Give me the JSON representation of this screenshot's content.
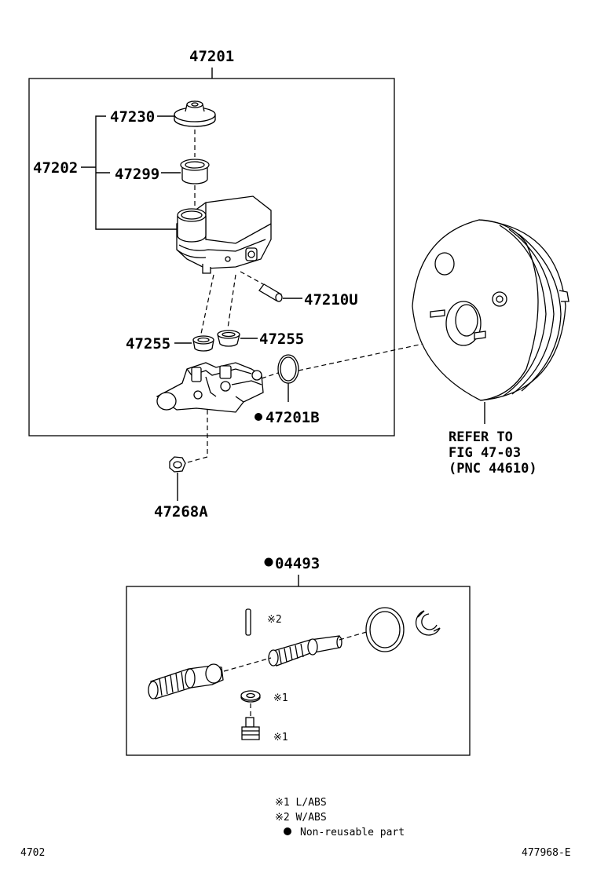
{
  "labels": {
    "p47201": "47201",
    "p47230": "47230",
    "p47202": "47202",
    "p47299": "47299",
    "p47210U": "47210U",
    "p47255a": "47255",
    "p47255b": "47255",
    "p47201B": "47201B",
    "p47268A": "47268A",
    "p04493": "04493",
    "refer1": "REFER TO",
    "refer2": "FIG 47-03",
    "refer3": "(PNC 44610)",
    "note_x2": "※2",
    "note_x1a": "※1",
    "note_x1b": "※1"
  },
  "legend": {
    "l1": "※1 L/ABS",
    "l2": "※2 W/ABS",
    "l3": "Non-reusable part"
  },
  "footer": {
    "left": "4702",
    "right": "477968-E"
  }
}
